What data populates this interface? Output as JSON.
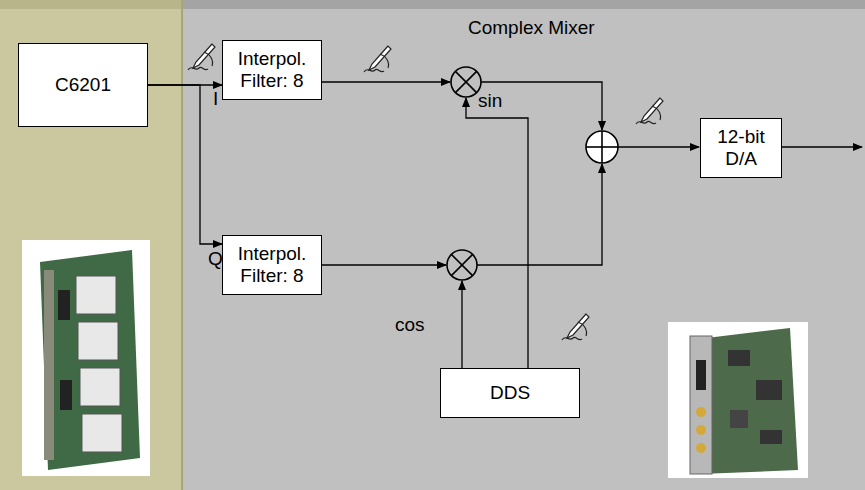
{
  "diagram": {
    "nodes": [
      {
        "text": [
          "C6201"
        ]
      },
      {
        "text": [
          "Interpol. Filter: 8"
        ]
      },
      {
        "text": [
          "Interpol. Filter: 8"
        ]
      },
      {
        "text": [
          "12-bit D/A"
        ]
      },
      {
        "text": [
          "DDS"
        ]
      }
    ],
    "edges": [
      {
        "from": 0,
        "to": 1,
        "arrow": "to"
      },
      {
        "from": 0,
        "to": 2,
        "arrow": "to"
      }
    ],
    "labels": [
      "Complex Mixer",
      "I",
      "Q",
      "sin",
      "cos"
    ]
  }
}
